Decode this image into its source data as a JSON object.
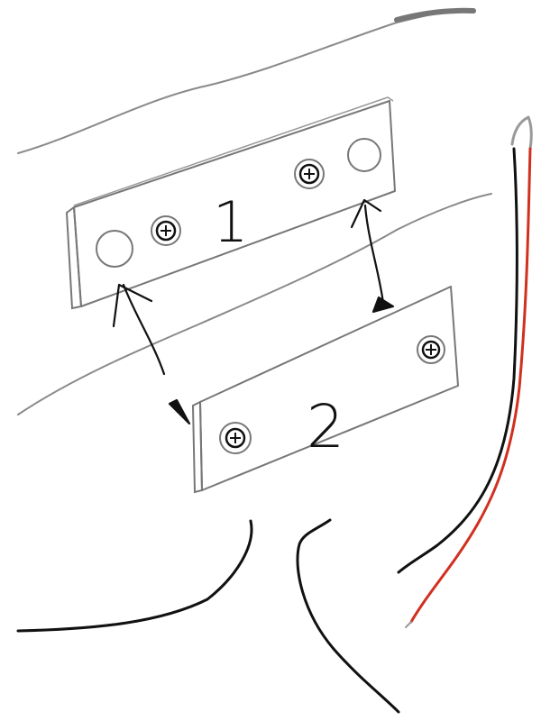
{
  "diagram": {
    "plates": [
      {
        "id": "plate-1",
        "label": "1",
        "screws": 2,
        "empty_holes": 2
      },
      {
        "id": "plate-2",
        "label": "2",
        "screws": 2,
        "empty_holes": 0
      }
    ],
    "arrow_count": 2,
    "colors": {
      "background": "#ffffff",
      "wall_lines": "#8a8a8a",
      "plate_outline": "#777777",
      "ink": "#111111",
      "wire_red": "#d0301f",
      "wire_black": "#111111"
    }
  }
}
